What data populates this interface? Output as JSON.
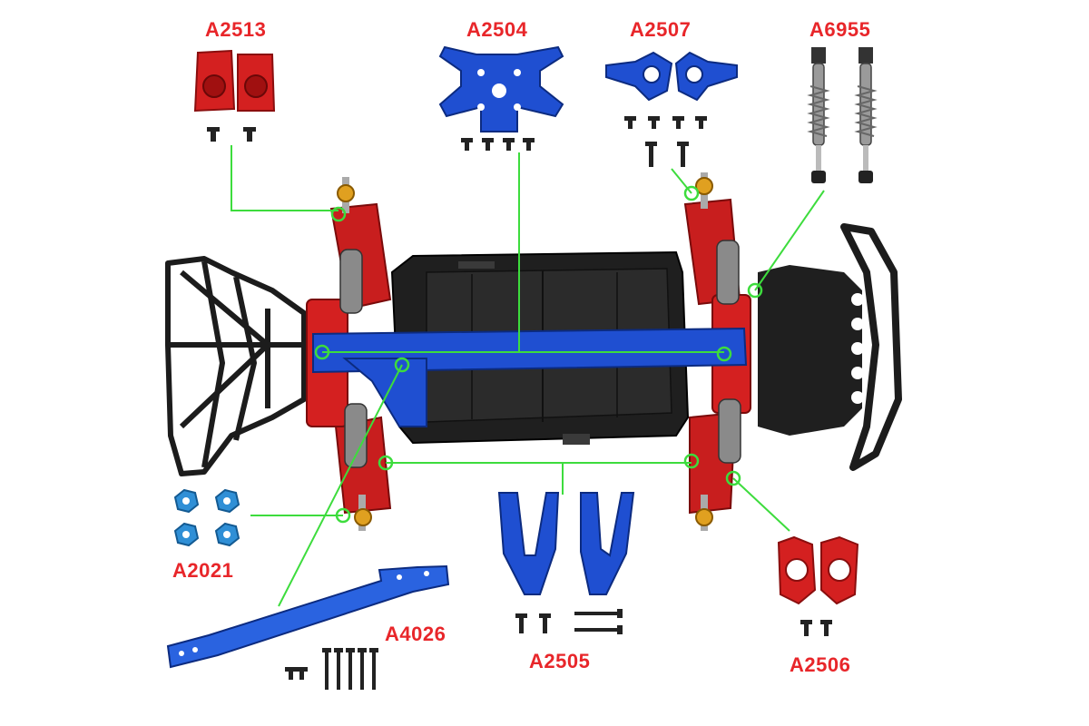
{
  "diagram": {
    "parts": [
      {
        "code": "A2513"
      },
      {
        "code": "A2504"
      },
      {
        "code": "A2507"
      },
      {
        "code": "A6955"
      },
      {
        "code": "A2021"
      },
      {
        "code": "A4026"
      },
      {
        "code": "A2505"
      },
      {
        "code": "A2506"
      }
    ],
    "colors": {
      "red_parts": "#d42020",
      "blue_parts": "#1f4fd1",
      "light_blue_parts": "#2f8fd6",
      "chassis": "#1e1e1e",
      "callout_line": "#3ddc3d",
      "label": "#e8262a"
    }
  }
}
